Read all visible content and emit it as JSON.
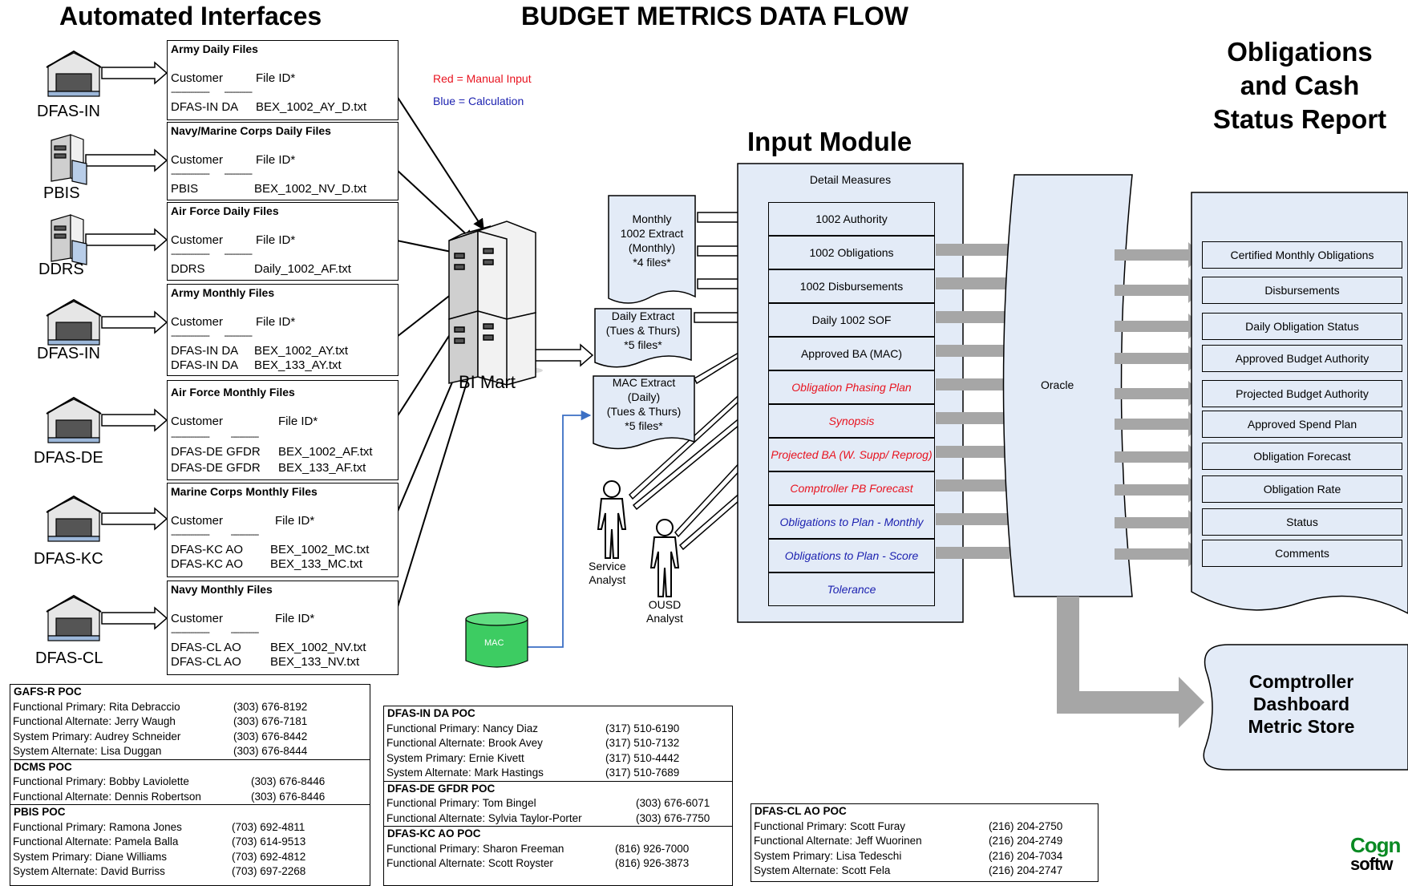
{
  "headings": {
    "automated": "Automated Interfaces",
    "main_title": "BUDGET METRICS DATA FLOW",
    "input_module": "Input Module",
    "obligations": [
      "Obligations",
      "and Cash",
      "Status Report"
    ]
  },
  "legend": {
    "red": "Red = Manual Input",
    "blue": "Blue = Calculation"
  },
  "sources": [
    {
      "label": "DFAS-IN",
      "icon": "building-icon",
      "title": "Army Daily Files",
      "col1": "Customer",
      "col2": "File ID*",
      "rows": [
        [
          "DFAS-IN DA",
          "BEX_1002_AY_D.txt"
        ]
      ]
    },
    {
      "label": "PBIS",
      "icon": "server-icon",
      "title": "Navy/Marine Corps Daily Files",
      "col1": "Customer",
      "col2": "File ID*",
      "rows": [
        [
          "PBIS",
          "BEX_1002_NV_D.txt"
        ]
      ]
    },
    {
      "label": "DDRS",
      "icon": "server-icon",
      "title": "Air Force Daily Files",
      "col1": "Customer",
      "col2": "File ID*",
      "rows": [
        [
          "DDRS",
          "Daily_1002_AF.txt"
        ]
      ]
    },
    {
      "label": "DFAS-IN",
      "icon": "building-icon",
      "title": "Army Monthly Files",
      "col1": "Customer",
      "col2": "File ID*",
      "rows": [
        [
          "DFAS-IN DA",
          "BEX_1002_AY.txt"
        ],
        [
          "DFAS-IN DA",
          "BEX_133_AY.txt"
        ]
      ]
    },
    {
      "label": "DFAS-DE",
      "icon": "building-icon",
      "title": "Air Force Monthly Files",
      "col1": "Customer",
      "col2": "File ID*",
      "rows": [
        [
          "DFAS-DE GFDR",
          "BEX_1002_AF.txt"
        ],
        [
          "DFAS-DE GFDR",
          "BEX_133_AF.txt"
        ]
      ]
    },
    {
      "label": "DFAS-KC",
      "icon": "building-icon",
      "title": "Marine Corps Monthly Files",
      "col1": "Customer",
      "col2": "File ID*",
      "rows": [
        [
          "DFAS-KC AO",
          "BEX_1002_MC.txt"
        ],
        [
          "DFAS-KC AO",
          "BEX_133_MC.txt"
        ]
      ]
    },
    {
      "label": "DFAS-CL",
      "icon": "building-icon",
      "title": "Navy Monthly Files",
      "col1": "Customer",
      "col2": "File ID*",
      "rows": [
        [
          "DFAS-CL AO",
          "BEX_1002_NV.txt"
        ],
        [
          "DFAS-CL AO",
          "BEX_133_NV.txt"
        ]
      ]
    }
  ],
  "bimart_label": "BI Mart",
  "extracts": [
    [
      "Monthly",
      "1002 Extract",
      "(Monthly)",
      "*4 files*"
    ],
    [
      "Daily Extract",
      "(Tues & Thurs)",
      "*5 files*"
    ],
    [
      "MAC Extract",
      "(Daily)",
      "(Tues & Thurs)",
      "*5 files*"
    ]
  ],
  "analysts": {
    "service": [
      "Service",
      "Analyst"
    ],
    "ousd": [
      "OUSD",
      "Analyst"
    ]
  },
  "mac_label": "MAC",
  "input_module": {
    "header": "Detail Measures",
    "rows": [
      {
        "label": "1002 Authority",
        "kind": "normal"
      },
      {
        "label": "1002 Obligations",
        "kind": "normal"
      },
      {
        "label": "1002 Disbursements",
        "kind": "normal"
      },
      {
        "label": "Daily 1002 SOF",
        "kind": "normal"
      },
      {
        "label": "Approved BA (MAC)",
        "kind": "normal"
      },
      {
        "label": "Obligation Phasing Plan",
        "kind": "red"
      },
      {
        "label": "Synopsis",
        "kind": "red"
      },
      {
        "label": "Projected BA (W. Supp/ Reprog)",
        "kind": "red"
      },
      {
        "label": "Comptroller PB Forecast",
        "kind": "red"
      },
      {
        "label": "Obligations to Plan - Monthly",
        "kind": "blue"
      },
      {
        "label": "Obligations to Plan - Score",
        "kind": "blue"
      },
      {
        "label": "Tolerance",
        "kind": "blue"
      }
    ]
  },
  "oracle_label": "Oracle",
  "report_rows": [
    "Certified Monthly Obligations",
    "Disbursements",
    "Daily Obligation Status",
    "Approved Budget Authority",
    "Projected Budget Authority",
    "Approved Spend Plan",
    "Obligation Forecast",
    "Obligation Rate",
    "Status",
    "Comments"
  ],
  "dashboard": [
    "Comptroller",
    "Dashboard",
    "Metric Store"
  ],
  "logo": [
    "Cogn",
    "softw"
  ],
  "pocs": {
    "left": [
      {
        "title": "GAFS-R POC",
        "lines": [
          [
            "Functional Primary: Rita Debraccio",
            "(303) 676-8192"
          ],
          [
            "Functional Alternate: Jerry Waugh",
            "(303) 676-7181"
          ],
          [
            "System Primary:  Audrey Schneider",
            "(303) 676-8442"
          ],
          [
            "System Alternate: Lisa Duggan",
            "(303) 676-8444"
          ]
        ]
      },
      {
        "title": "DCMS POC",
        "lines": [
          [
            "Functional Primary: Bobby Laviolette",
            "(303) 676-8446"
          ],
          [
            "Functional Alternate: Dennis Robertson",
            "(303) 676-8446"
          ]
        ]
      },
      {
        "title": "PBIS POC",
        "lines": [
          [
            "Functional Primary: Ramona Jones",
            "(703) 692-4811"
          ],
          [
            "Functional Alternate: Pamela Balla",
            "(703) 614-9513"
          ],
          [
            "System Primary:  Diane Williams",
            "(703) 692-4812"
          ],
          [
            "System Alternate: David Burriss",
            "(703) 697-2268"
          ]
        ]
      }
    ],
    "middle": [
      {
        "title": "DFAS-IN DA POC",
        "lines": [
          [
            "Functional Primary: Nancy Diaz",
            "(317) 510-6190"
          ],
          [
            "Functional Alternate: Brook Avey",
            "(317) 510-7132"
          ],
          [
            "System Primary: Ernie Kivett",
            "(317) 510-4442"
          ],
          [
            "System Alternate: Mark Hastings",
            "(317) 510-7689"
          ]
        ]
      },
      {
        "title": "DFAS-DE GFDR POC",
        "lines": [
          [
            "Functional Primary: Tom Bingel",
            "(303) 676-6071"
          ],
          [
            "Functional Alternate: Sylvia Taylor-Porter",
            "(303) 676-7750"
          ]
        ]
      },
      {
        "title": "DFAS-KC AO POC",
        "lines": [
          [
            "Functional Primary: Sharon Freeman",
            "(816) 926-7000"
          ],
          [
            "Functional Alternate: Scott Royster",
            "(816) 926-3873"
          ]
        ]
      }
    ],
    "right": [
      {
        "title": "DFAS-CL AO POC",
        "lines": [
          [
            "Functional Primary: Scott Furay",
            "(216) 204-2750"
          ],
          [
            "Functional Alternate: Jeff Wuorinen",
            "(216) 204-2749"
          ],
          [
            "System Primary: Lisa Tedeschi",
            "(216) 204-7034"
          ],
          [
            "System Alternate: Scott Fela",
            "(216) 204-2747"
          ]
        ]
      }
    ]
  },
  "colors": {
    "red_text": "#e8131f",
    "blue_text": "#1d22b0",
    "box_fill": "#e3ebf7",
    "gray_arrow": "#a6a6a6",
    "mac_green": "#3dcc62",
    "logo_green": "#0a8a23"
  }
}
